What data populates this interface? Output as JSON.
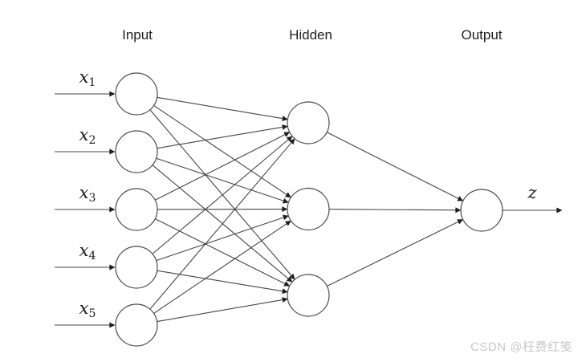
{
  "layer_titles": [
    {
      "id": "input",
      "label": "Input"
    },
    {
      "id": "hidden",
      "label": "Hidden"
    },
    {
      "id": "output",
      "label": "Output"
    }
  ],
  "input_labels": [
    {
      "base": "x",
      "sub": "1"
    },
    {
      "base": "x",
      "sub": "2"
    },
    {
      "base": "x",
      "sub": "3"
    },
    {
      "base": "x",
      "sub": "4"
    },
    {
      "base": "x",
      "sub": "5"
    }
  ],
  "output_label": {
    "base": "z",
    "sub": ""
  },
  "network": {
    "type": "feedforward-neural-network",
    "input_count": 5,
    "hidden_count": 3,
    "output_count": 1,
    "connections": "fully-connected"
  },
  "colors": {
    "edge": "#454545",
    "arrowhead": "#1e1e1e",
    "node_stroke": "#4a4a4a",
    "node_fill": "#ffffff",
    "text": "#222222",
    "background": "#ffffff",
    "watermark": "#c8c8c8"
  },
  "watermark": "CSDN @枉费红笺"
}
